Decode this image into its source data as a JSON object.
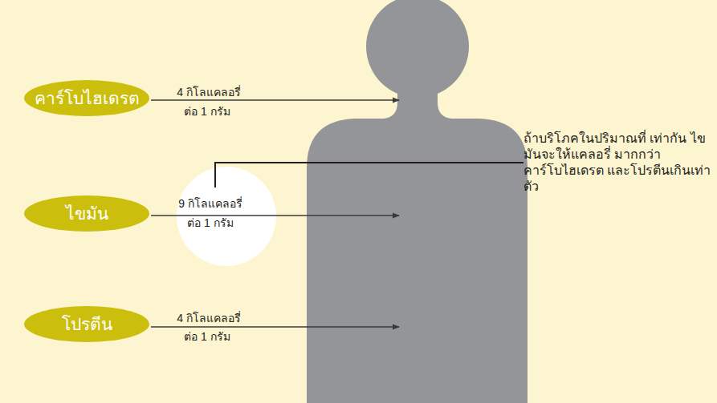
{
  "diagram": {
    "nodes": [
      {
        "text": [
          "คาร์โบไฮเดรต"
        ]
      },
      {
        "text": [
          "ไขมัน"
        ]
      },
      {
        "text": [
          "9 กิโลแคลอรี่",
          "ต่อ 1 กรัม"
        ]
      },
      {
        "text": [
          "โปรตีน"
        ]
      }
    ],
    "labels": [
      "4 กิโลแคลอรี่",
      "ต่อ 1 กรัม",
      "ถ้าบริโภคในปริมาณที่ เท่ากัน ไขมันจะให้แคลอรี่ มากกว่าคาร์โบไฮเดรต และโปรตีนเกินเท่าตัว",
      "4 กิโลแคลอรี่",
      "ต่อ 1 กรัม"
    ]
  }
}
